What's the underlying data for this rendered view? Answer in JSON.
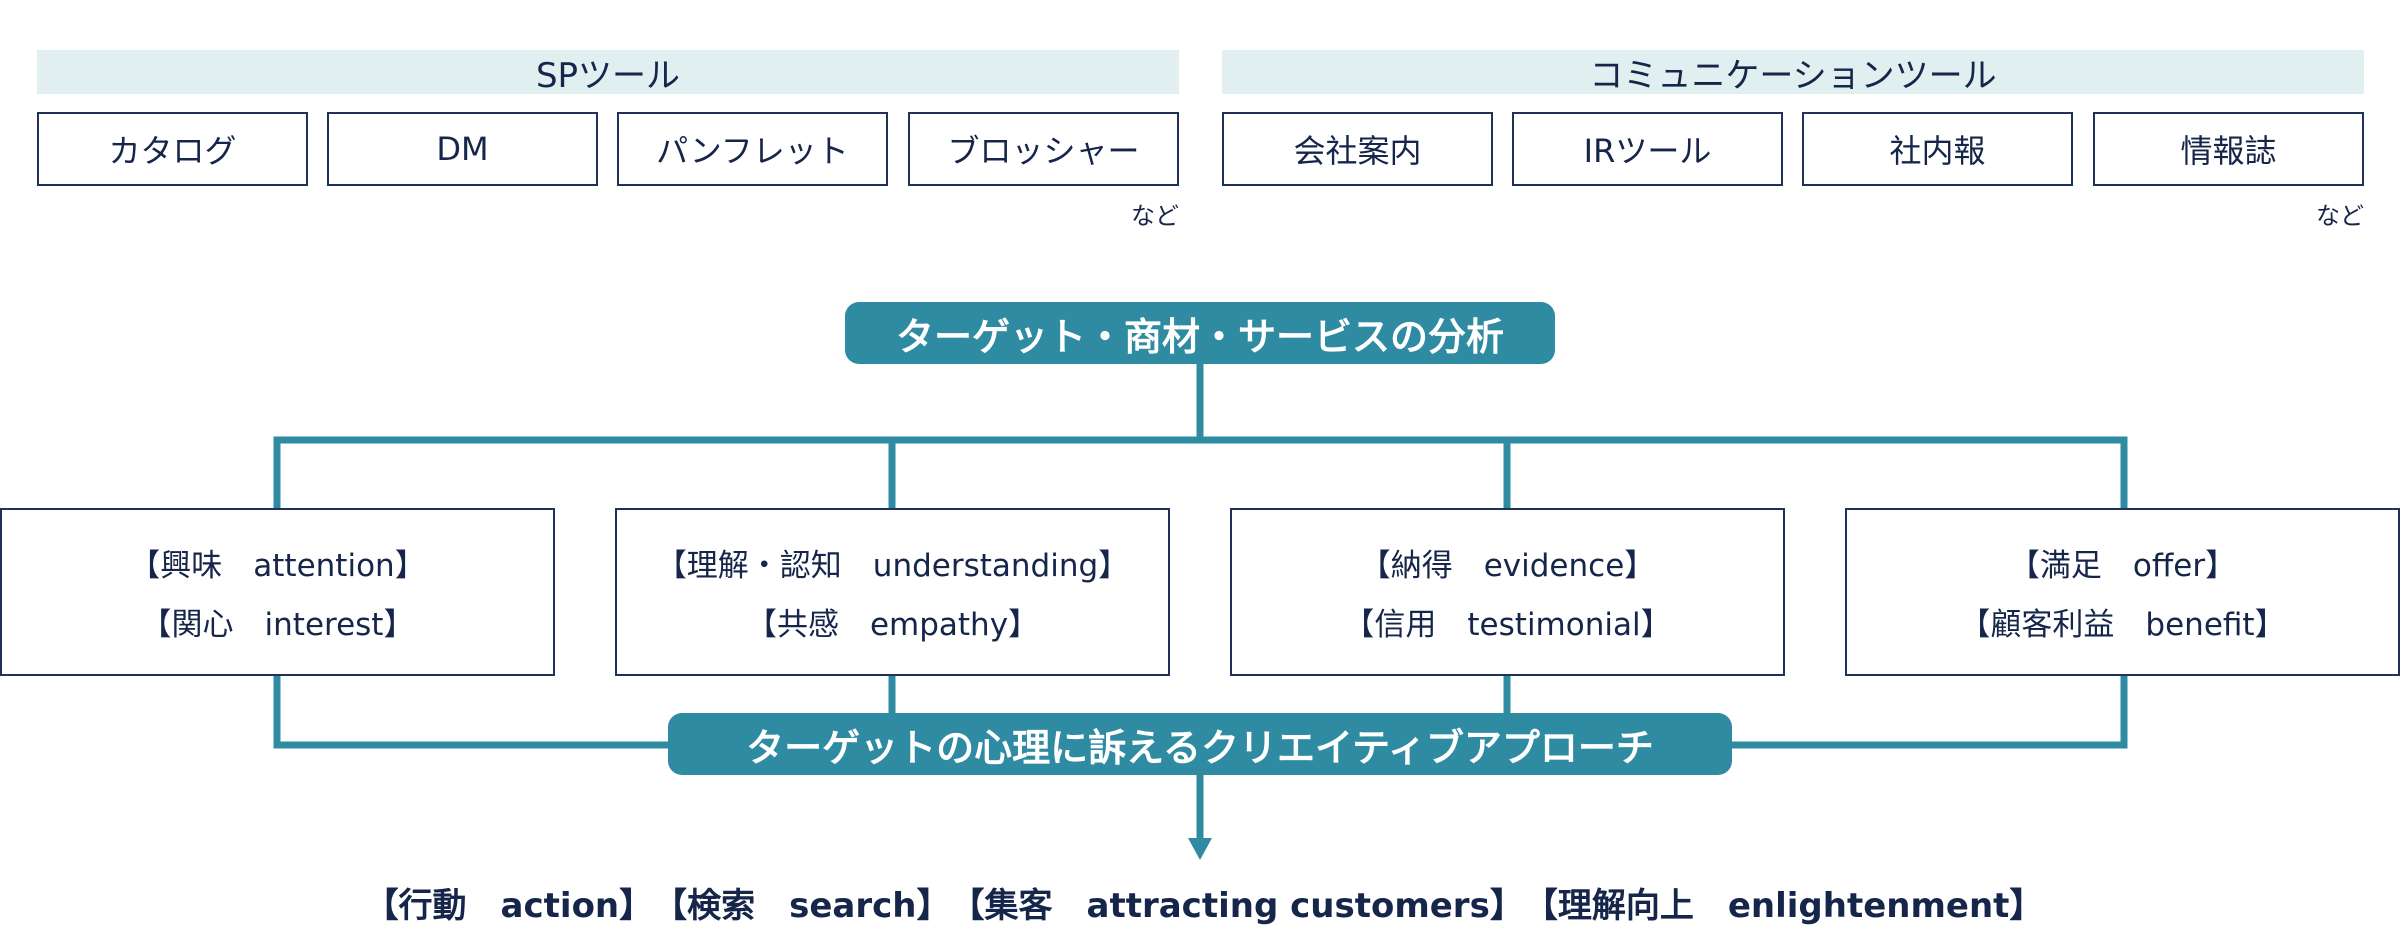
{
  "sp_group": {
    "title": "SPツール",
    "items": [
      "カタログ",
      "DM",
      "パンフレット",
      "ブロッシャー"
    ],
    "suffix": "など"
  },
  "comm_group": {
    "title": "コミュニケーションツール",
    "items": [
      "会社案内",
      "IRツール",
      "社内報",
      "情報誌"
    ],
    "suffix": "など"
  },
  "analysis_label": "ターゲット・商材・サービスの分析",
  "stages": [
    {
      "line1": "【興味　attention】",
      "line2": "【関心　interest】"
    },
    {
      "line1": "【理解・認知　understanding】",
      "line2": "【共感　empathy】"
    },
    {
      "line1": "【納得　evidence】",
      "line2": "【信用　testimonial】"
    },
    {
      "line1": "【満足　offer】",
      "line2": "【顧客利益　benefit】"
    }
  ],
  "approach_label": "ターゲットの心理に訴えるクリエイティブアプローチ",
  "outcomes": [
    "【行動　action】",
    "【検索　search】",
    "【集客　attracting customers】",
    "【理解向上　enlightenment】"
  ],
  "colors": {
    "accent": "#2f8ba2",
    "navy": "#16264a",
    "header_bg": "#e2eff1"
  }
}
